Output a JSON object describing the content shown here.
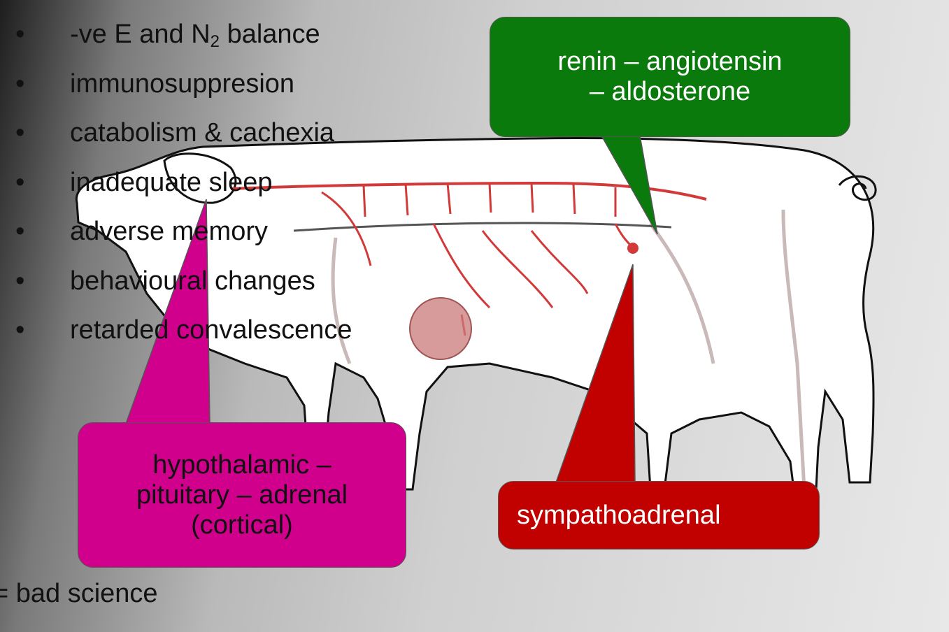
{
  "bullets": [
    {
      "text_before": "-ve E and N",
      "sub": "2",
      "text_after": " balance"
    },
    {
      "text": "immunosuppresion"
    },
    {
      "text": "catabolism & cachexia"
    },
    {
      "text": "inadequate sleep"
    },
    {
      "text": "adverse memory"
    },
    {
      "text": "behavioural changes"
    },
    {
      "text": "retarded convalescence"
    }
  ],
  "bullet_glyph": "•",
  "callouts": {
    "raa": {
      "line1": "renin – angiotensin",
      "line2": "– aldosterone",
      "color": "#0a7a0c"
    },
    "hpa": {
      "line1": "hypothalamic –",
      "line2": "pituitary – adrenal",
      "line3": "(cortical)",
      "color": "#d1008c"
    },
    "sympatho": {
      "text": "sympathoadrenal",
      "color": "#c10000"
    }
  },
  "footer": {
    "symbol": "=",
    "text": " bad science"
  },
  "illustration": {
    "subject": "pig-with-nervous-system-icon",
    "nerve_color": "#d23a3a"
  }
}
